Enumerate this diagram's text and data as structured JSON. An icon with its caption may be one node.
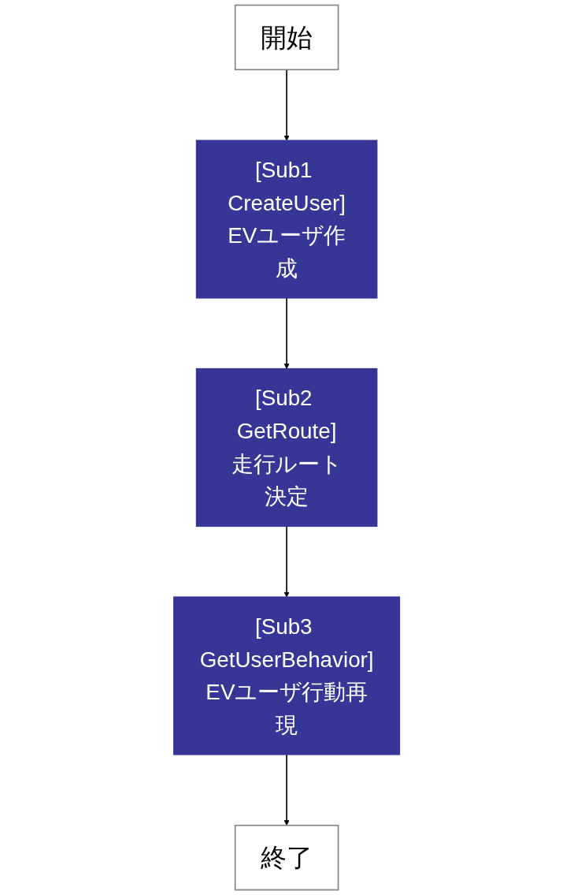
{
  "diagram": {
    "nodes": [
      {
        "text": [
          "開始"
        ]
      },
      {
        "text": [
          "[Sub1 CreateUser]",
          "EVユーザ作成"
        ]
      },
      {
        "text": [
          "[Sub2 GetRoute]",
          "走行ルート決定"
        ]
      },
      {
        "text": [
          "[Sub3 GetUserBehavior]",
          "EVユーザ行動再現"
        ]
      },
      {
        "text": [
          "終了"
        ]
      }
    ],
    "edges": [
      {
        "from": 0,
        "to": 1,
        "arrow": "to"
      },
      {
        "from": 1,
        "to": 2,
        "arrow": "to"
      },
      {
        "from": 2,
        "to": 3,
        "arrow": "to"
      },
      {
        "from": 3,
        "to": 4,
        "arrow": "to"
      }
    ]
  }
}
